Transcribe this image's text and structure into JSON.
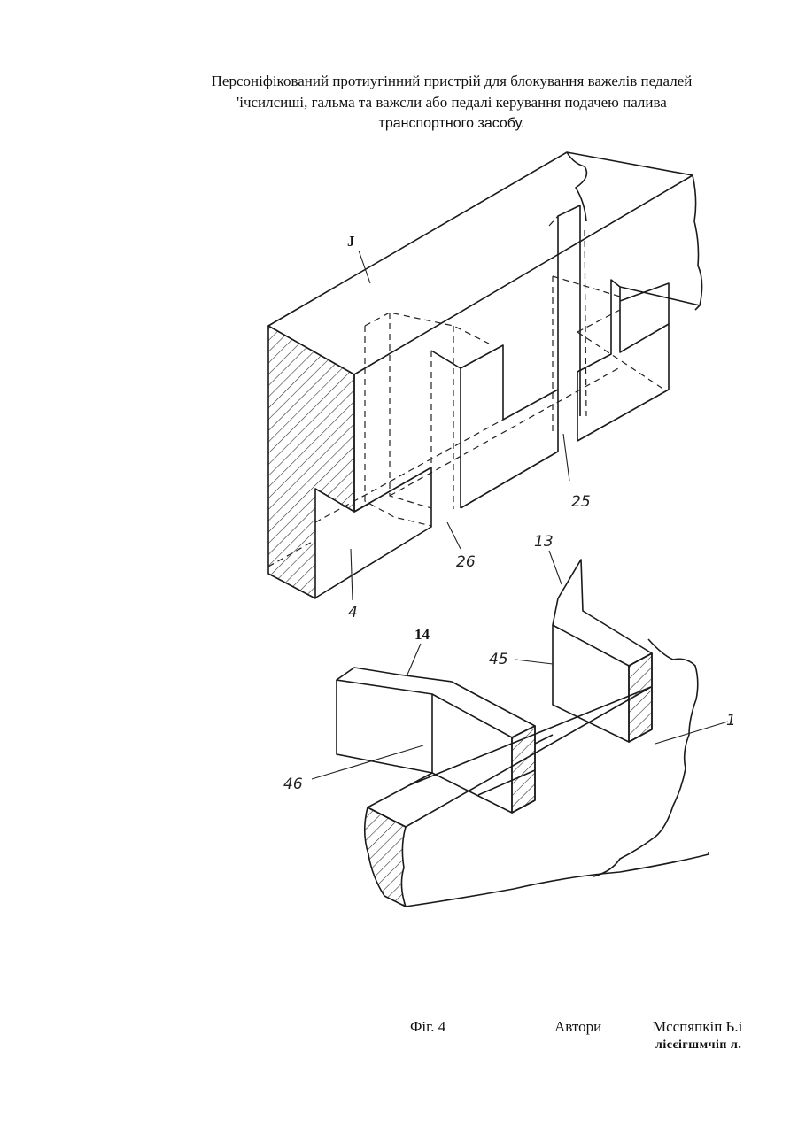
{
  "title": {
    "line1": "Персоніфікований протиугінний пристрій для блокування важелів педалей",
    "line2": "'ічсилсиші, гальма та важсли або педалі керування подачею палива",
    "line3": "транспортного засобу."
  },
  "figure_labels": {
    "l_J": "J",
    "l_25": "25",
    "l_26": "26",
    "l_4": "4",
    "l_13": "13",
    "l_14": "14",
    "l_45": "45",
    "l_46": "46",
    "l_1": "1"
  },
  "footer": {
    "fig": "Фіг. 4",
    "authors_label": "Автори",
    "author1": "Мсспяпкіп Ь.і",
    "author2": "лісєігшмчіп л."
  }
}
